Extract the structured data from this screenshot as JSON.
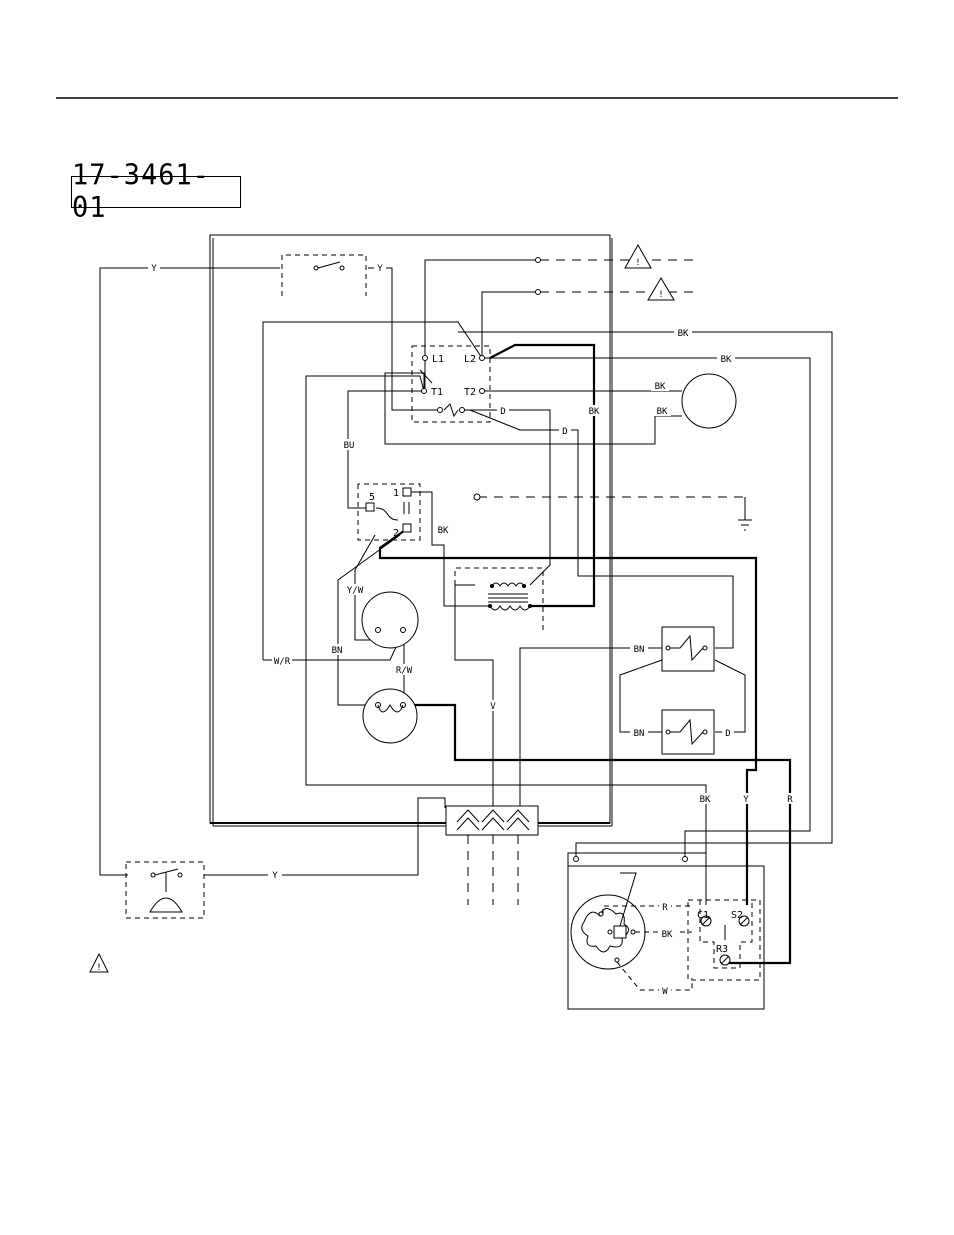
{
  "part_number": "17-3461-01",
  "labels": {
    "y": "Y",
    "bk": "BK",
    "bu": "BU",
    "bn": "BN",
    "d": "D",
    "v": "V",
    "r": "R",
    "w": "W",
    "wr": "W/R",
    "yw": "Y/W",
    "rw": "R/W",
    "l1": "L1",
    "l2": "L2",
    "t1": "T1",
    "t2": "T2",
    "c1": "C1",
    "s2": "S2",
    "r3": "R3",
    "five": "5",
    "one": "1",
    "two": "2",
    "warning_mark": "!"
  }
}
